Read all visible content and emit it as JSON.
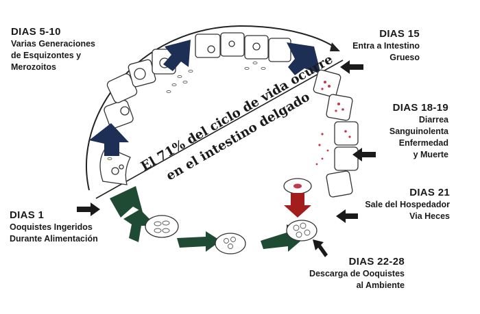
{
  "diagonal_text": {
    "line1": "El 71% del ciclo de vida ocurre",
    "line2": "en el intestino delgado"
  },
  "stages": [
    {
      "id": "d5",
      "heading": "DIAS 5-10",
      "lines": [
        "Varias Generaciones",
        "de Esquizontes y",
        "Merozoitos"
      ]
    },
    {
      "id": "d15",
      "heading": "DIAS 15",
      "lines": [
        "Entra a Intestino",
        "Grueso"
      ]
    },
    {
      "id": "d18",
      "heading": "DIAS 18-19",
      "lines": [
        "Diarrea",
        "Sanguinolenta",
        "Enfermedad",
        "y Muerte"
      ]
    },
    {
      "id": "d21",
      "heading": "DIAS 21",
      "lines": [
        "Sale del Hospedador",
        "Via Heces"
      ]
    },
    {
      "id": "d22",
      "heading": "DIAS 22-28",
      "lines": [
        "Descarga de Ooquistes",
        "al Ambiente"
      ]
    },
    {
      "id": "d1",
      "heading": "DIAS 1",
      "lines": [
        "Ooquistes Ingeridos",
        "Durante Alimentación"
      ]
    }
  ],
  "colors": {
    "navy_arrow": "#1d2f55",
    "green_arrow": "#1f4a33",
    "red_arrow": "#a31d1d",
    "cell_outline": "#333333",
    "infected_dots": "#c0394a"
  }
}
